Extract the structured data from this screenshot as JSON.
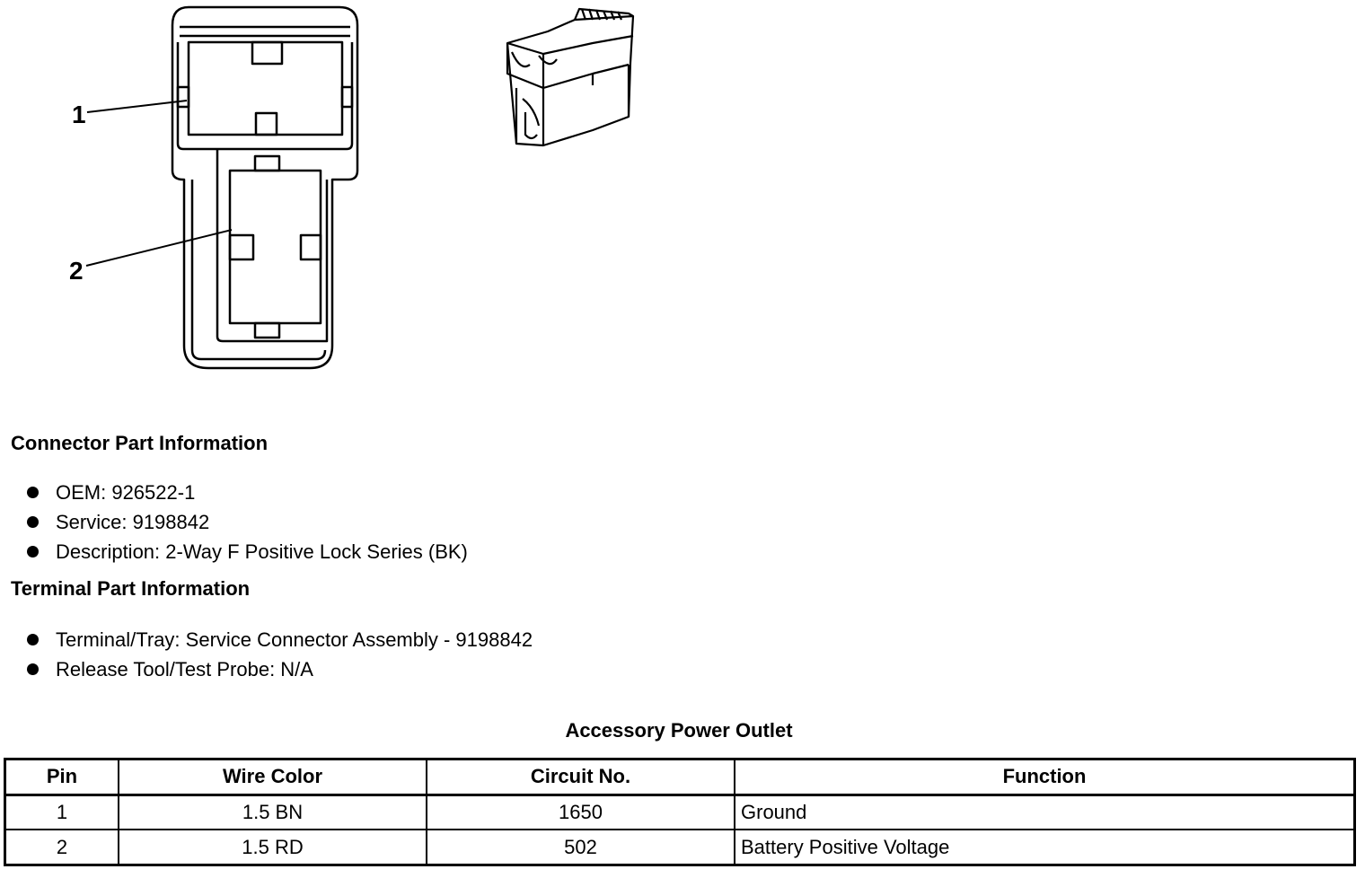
{
  "diagram": {
    "callouts": [
      {
        "label": "1"
      },
      {
        "label": "2"
      }
    ]
  },
  "connector_part_information": {
    "heading": "Connector Part Information",
    "items": [
      "OEM: 926522-1",
      "Service: 9198842",
      "Description: 2-Way F Positive Lock Series (BK)"
    ]
  },
  "terminal_part_information": {
    "heading": "Terminal Part Information",
    "items": [
      "Terminal/Tray: Service Connector Assembly - 9198842",
      "Release Tool/Test Probe: N/A"
    ]
  },
  "table": {
    "title": "Accessory Power Outlet",
    "columns": [
      "Pin",
      "Wire Color",
      "Circuit No.",
      "Function"
    ],
    "rows": [
      [
        "1",
        "1.5 BN",
        "1650",
        "Ground"
      ],
      [
        "2",
        "1.5 RD",
        "502",
        "Battery Positive Voltage"
      ]
    ]
  }
}
